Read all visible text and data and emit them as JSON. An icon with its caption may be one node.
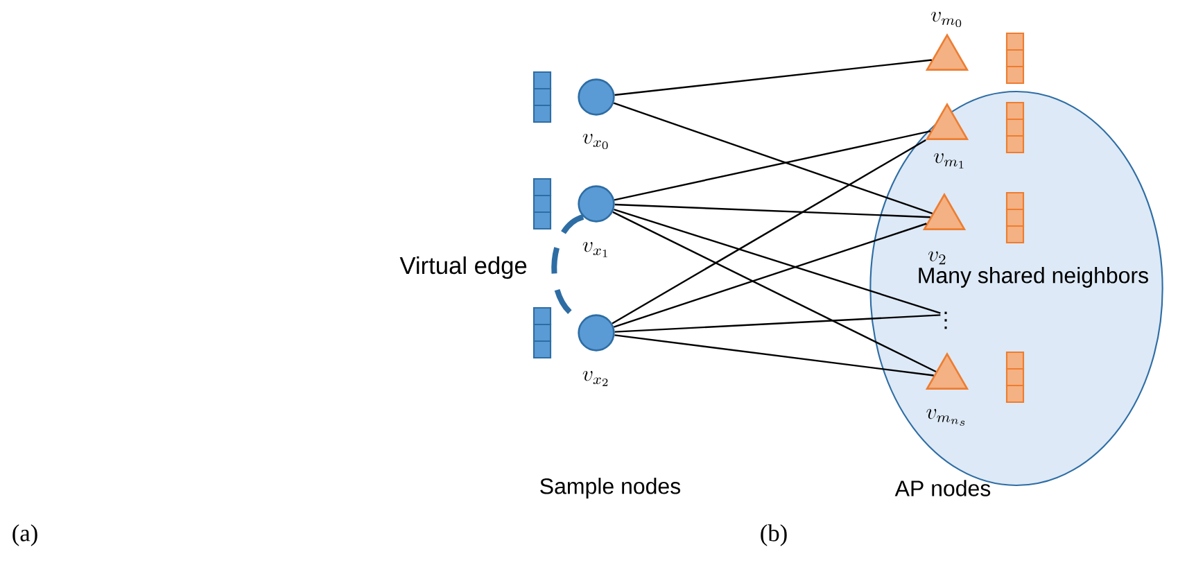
{
  "diagram": {
    "nodes": [
      {
        "text": [
          "Many shared neighbors"
        ]
      },
      {
        "text": [],
        "shape": "circle",
        "beside": [
          "v_{x_0}"
        ]
      },
      {
        "text": [],
        "shape": "circle",
        "beside": [
          "v_{x_1}"
        ]
      },
      {
        "text": [],
        "shape": "circle",
        "beside": [
          "v_{x_2}"
        ]
      },
      {
        "text": [],
        "shape": "triangle",
        "beside": [
          "v_{m_0}"
        ]
      },
      {
        "text": [],
        "shape": "triangle",
        "beside": [
          "v_{m_1}"
        ],
        "in": 0
      },
      {
        "text": [],
        "shape": "triangle",
        "beside": [
          "v_2"
        ],
        "in": 0
      },
      {
        "text": [
          "\\vdots"
        ],
        "in": 0
      },
      {
        "text": [],
        "shape": "triangle",
        "beside": [
          "v_{m_{n_s}}"
        ],
        "in": 0
      }
    ],
    "edges": [
      {
        "from": 1,
        "to": 4,
        "arrow": "none"
      },
      {
        "from": 1,
        "to": 6,
        "arrow": "none"
      },
      {
        "from": 2,
        "to": 5,
        "arrow": "none"
      },
      {
        "from": 2,
        "to": 6,
        "arrow": "none"
      },
      {
        "from": 2,
        "to": 7,
        "arrow": "none"
      },
      {
        "from": 2,
        "to": 8,
        "arrow": "none"
      },
      {
        "from": 3,
        "to": 5,
        "arrow": "none"
      },
      {
        "from": 3,
        "to": 6,
        "arrow": "none"
      },
      {
        "from": 3,
        "to": 7,
        "arrow": "none"
      },
      {
        "from": 3,
        "to": 8,
        "arrow": "none"
      },
      {
        "from": 2,
        "to": 3,
        "arrow": "none",
        "label": "Virtual edge",
        "style": "dashed",
        "color": "#2e6da4"
      }
    ],
    "labels": [
      "Sample nodes",
      "AP nodes",
      "(a)",
      "(b)"
    ]
  }
}
